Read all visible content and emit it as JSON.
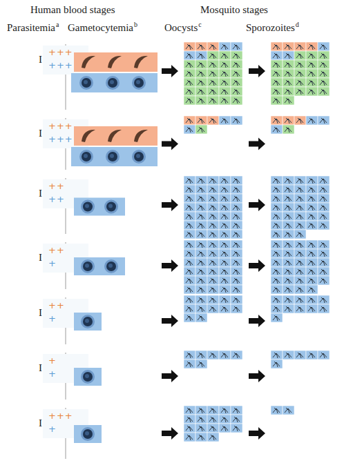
{
  "diagram": {
    "labels": [
      "Human blood stages",
      "Mosquito stages",
      "Parasitemia",
      "a",
      "Gametocytemia",
      "b",
      "Oocysts",
      "c",
      "Sporozoites",
      "d",
      "I",
      "+++",
      "+++",
      "I",
      "+++",
      "+++",
      "I",
      "++",
      "++",
      "I",
      "++",
      "+",
      "I",
      "++",
      "+",
      "I",
      "+",
      "+",
      "I",
      "+++",
      "+"
    ]
  }
}
